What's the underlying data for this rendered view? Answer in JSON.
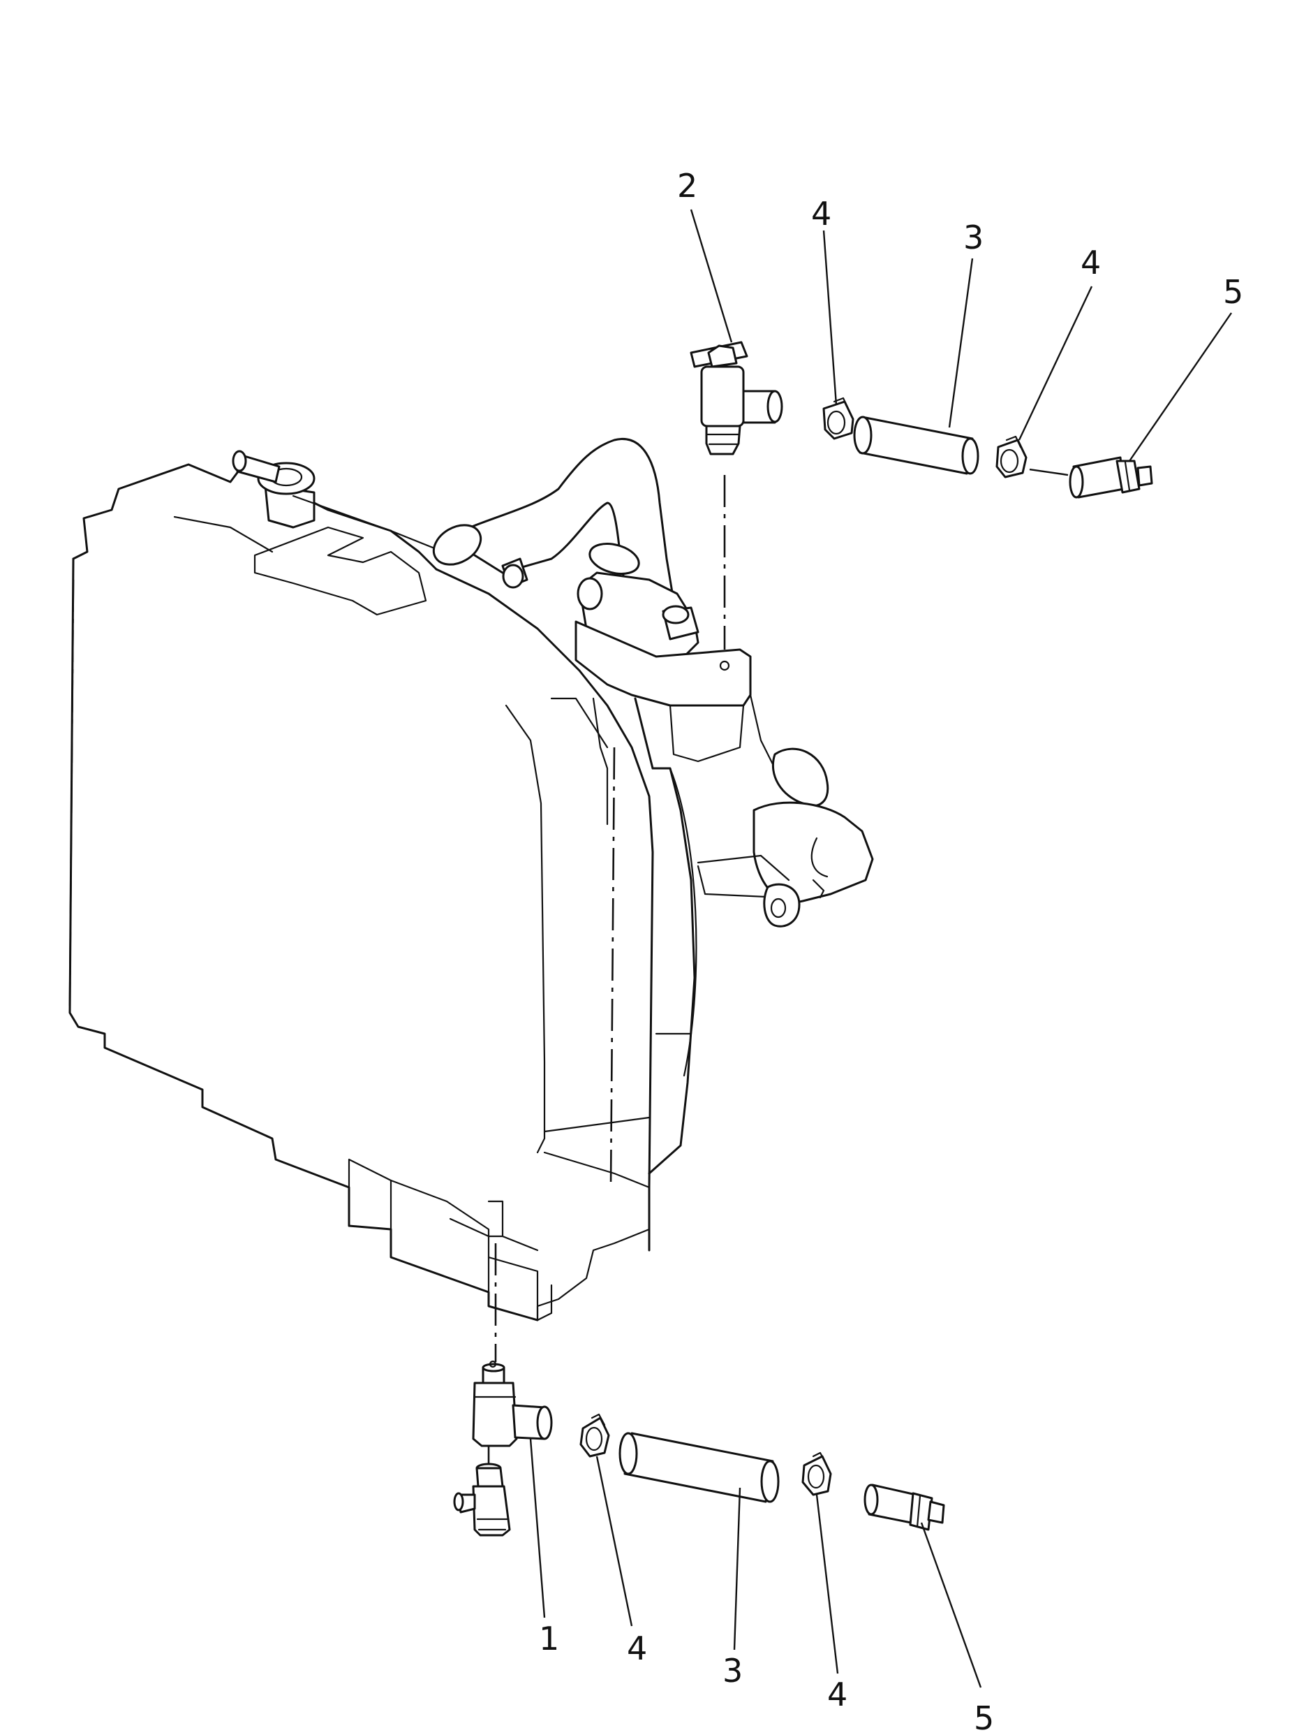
{
  "callouts": [
    {
      "id": "c2-top",
      "text": "2"
    },
    {
      "id": "c4-top-a",
      "text": "4"
    },
    {
      "id": "c3-top",
      "text": "3"
    },
    {
      "id": "c4-top-b",
      "text": "4"
    },
    {
      "id": "c5-top",
      "text": "5"
    },
    {
      "id": "c1-bot",
      "text": "1"
    },
    {
      "id": "c4-bot-a",
      "text": "4"
    },
    {
      "id": "c3-bot",
      "text": "3"
    },
    {
      "id": "c4-bot-b",
      "text": "4"
    },
    {
      "id": "c5-bot",
      "text": "5"
    }
  ]
}
